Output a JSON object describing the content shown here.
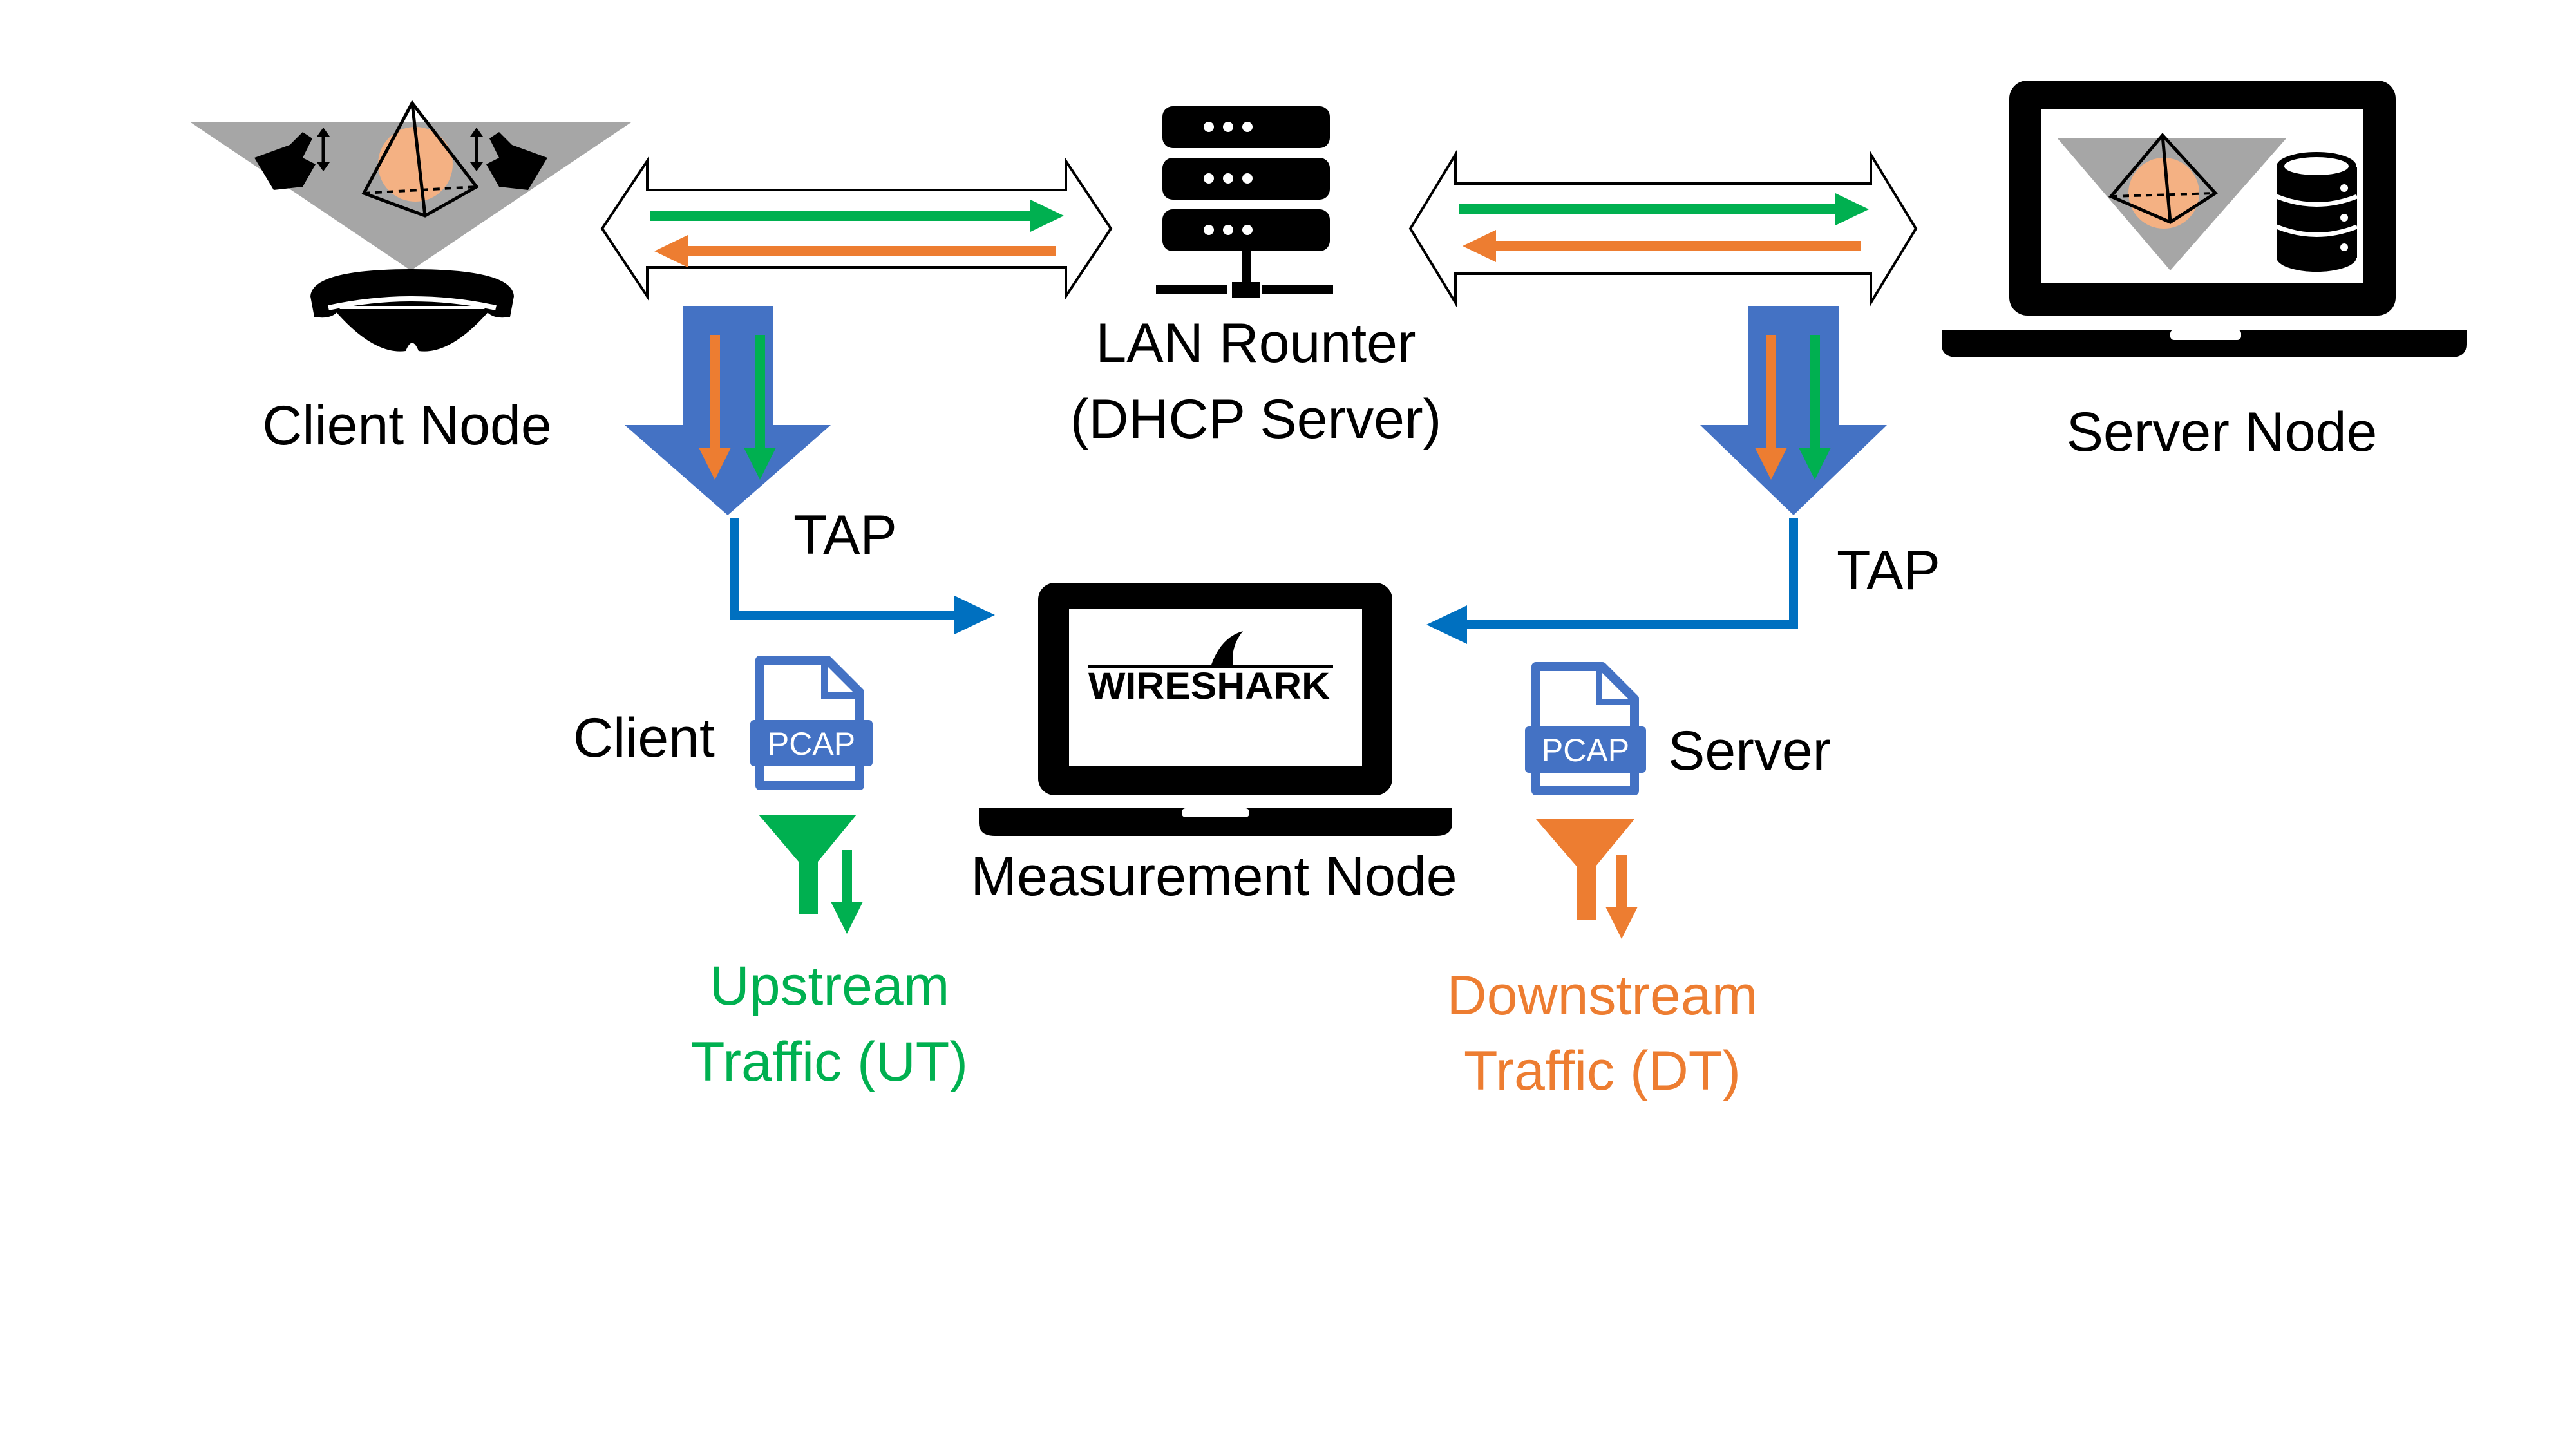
{
  "labels": {
    "client_node": "Client Node",
    "router_line1": "LAN Rounter",
    "router_line2": "(DHCP Server)",
    "server_node": "Server Node",
    "tap_left": "TAP",
    "tap_right": "TAP",
    "measurement_node": "Measurement Node",
    "client_capture": "Client",
    "server_capture": "Server",
    "pcap_left": "PCAP",
    "pcap_right": "PCAP",
    "wireshark_logo": "WIRESHARK",
    "upstream_line1": "Upstream",
    "upstream_line2": "Traffic (UT)",
    "downstream_line1": "Downstream",
    "downstream_line2": "Traffic (DT)"
  },
  "colors": {
    "upstream": "#00B050",
    "downstream": "#ED7D31",
    "tap_arrow": "#4472C4",
    "tap_line": "#0070C0",
    "pcap": "#4472C4",
    "device": "#000000",
    "hologram": "#A6A6A6",
    "hologram_object": "#F4B183"
  },
  "icons": [
    "ar-headset-icon",
    "hologram-pyramid-icon",
    "gesture-hand-icon",
    "router-server-icon",
    "laptop-icon",
    "database-icon",
    "pcap-file-icon",
    "filter-funnel-icon",
    "wireshark-logo"
  ]
}
